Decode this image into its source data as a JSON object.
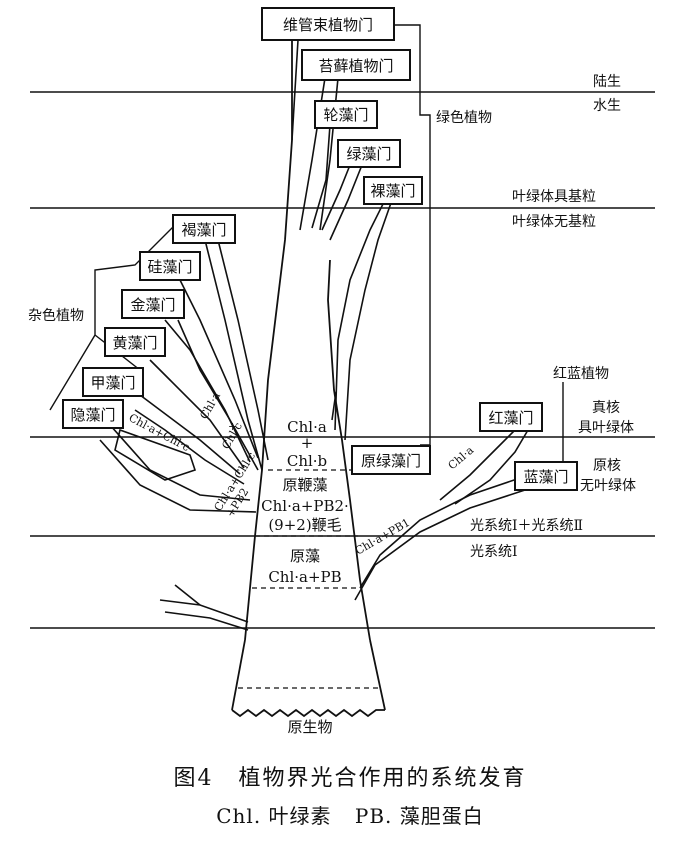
{
  "phyla": {
    "vascular": "维管束植物门",
    "bryophyta": "苔藓植物门",
    "charophyta": "轮藻门",
    "chlorophyta": "绿藻门",
    "euglenophyta": "裸藻门",
    "phaeophyta": "褐藻门",
    "bacillariophyta": "硅藻门",
    "chrysophyta": "金藻门",
    "xanthophyta": "黄藻门",
    "pyrrophyta": "甲藻门",
    "cryptophyta": "隐藻门",
    "prochlorophyta": "原绿藻门",
    "rhodophyta": "红藻门",
    "cyanophyta": "蓝藻门"
  },
  "groups": {
    "green_plants": "绿色植物",
    "mixed_color_plants": "杂色植物",
    "red_blue_plants": "红蓝植物"
  },
  "divisions": {
    "terrestrial": "陆生",
    "aquatic": "水生",
    "grana_present": "叶绿体具基粒",
    "grana_absent": "叶绿体无基粒",
    "eukaryote": "真核",
    "has_chloroplast": "具叶绿体",
    "prokaryote": "原核",
    "no_chloroplast": "无叶绿体",
    "photosystems_both": "光系统Ⅰ＋光系统Ⅱ",
    "photosystem_one": "光系统Ⅰ"
  },
  "trunk": {
    "chl_a": "Chl·a",
    "plus": "+",
    "chl_b": "Chl·b",
    "proto_flagellate": "原鞭藻",
    "flagellate_pigments": "Chl·a+PB2·",
    "flagella": "(9+2)鞭毛",
    "proto_alga": "原藻",
    "alga_pigments": "Chl·a+PB",
    "protist": "原生物"
  },
  "branch_labels": {
    "chl_a_mixed": "Chl·a",
    "plus_mixed": "+",
    "chl_c": "Chl·c",
    "crypto_pigments": "Chl·a+Chl·c",
    "base_pigments": "Chl·a+Chl·c",
    "base_pb": "+PB2",
    "red_branch": "Chl·a",
    "red_root": "Chl·a+PB1"
  },
  "caption": {
    "fig_no": "图4",
    "title": "植物界光合作用的系统发育",
    "abbr1": "Chl. 叶绿素",
    "abbr2": "PB. 藻胆蛋白"
  }
}
